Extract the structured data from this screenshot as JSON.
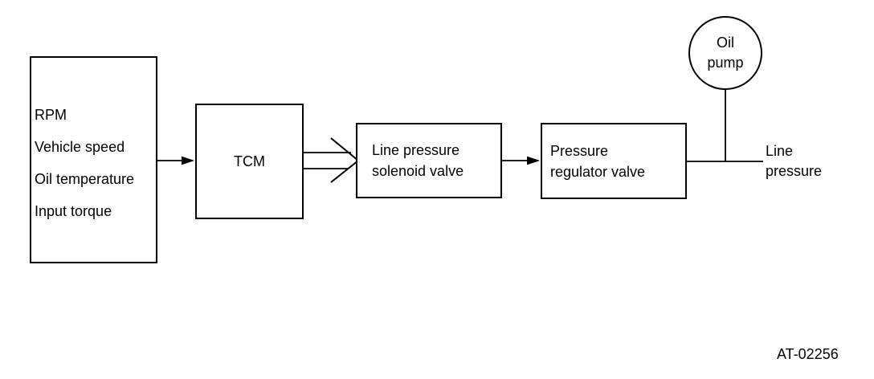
{
  "diagram": {
    "inputs_box": {
      "lines": [
        "RPM",
        "Vehicle speed",
        "Oil temperature",
        "Input torque"
      ]
    },
    "tcm_box": {
      "label": "TCM"
    },
    "solenoid_box": {
      "lines": [
        "Line pressure",
        "solenoid valve"
      ]
    },
    "regulator_box": {
      "lines": [
        "Pressure",
        "regulator valve"
      ]
    },
    "oil_pump": {
      "lines": [
        "Oil",
        "pump"
      ]
    },
    "output_label": {
      "lines": [
        "Line",
        "pressure"
      ]
    },
    "figure_code": "AT-02256",
    "colors": {
      "line": "#000000",
      "background": "#ffffff"
    }
  }
}
